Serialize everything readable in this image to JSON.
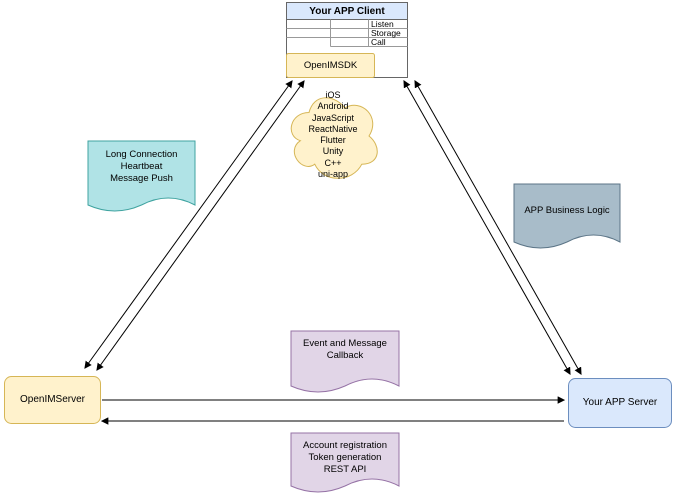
{
  "client": {
    "title": "Your APP Client",
    "rows": [
      "Listen",
      "Storage",
      "Call"
    ],
    "sdk": "OpenIMSDK"
  },
  "cloud": {
    "platforms": "iOS\nAndroid\nJavaScript\nReactNative\nFlutter\nUnity\nC++\nuni-app"
  },
  "notes": {
    "connection": "Long Connection\nHeartbeat\nMessage Push",
    "business": "APP Business Logic",
    "callback": "Event and Message\nCallback",
    "rest": "Account registration\nToken generation\nREST API"
  },
  "nodes": {
    "openim_server": "OpenIMServer",
    "app_server": "Your APP Server"
  },
  "colors": {
    "blue_fill": "#dae8fc",
    "yellow_fill": "#fff2cc",
    "teal_fill": "#b0e3e6",
    "gray_fill": "#a8bcc9",
    "purple_fill": "#e1d5e7",
    "arrow": "#000000"
  }
}
